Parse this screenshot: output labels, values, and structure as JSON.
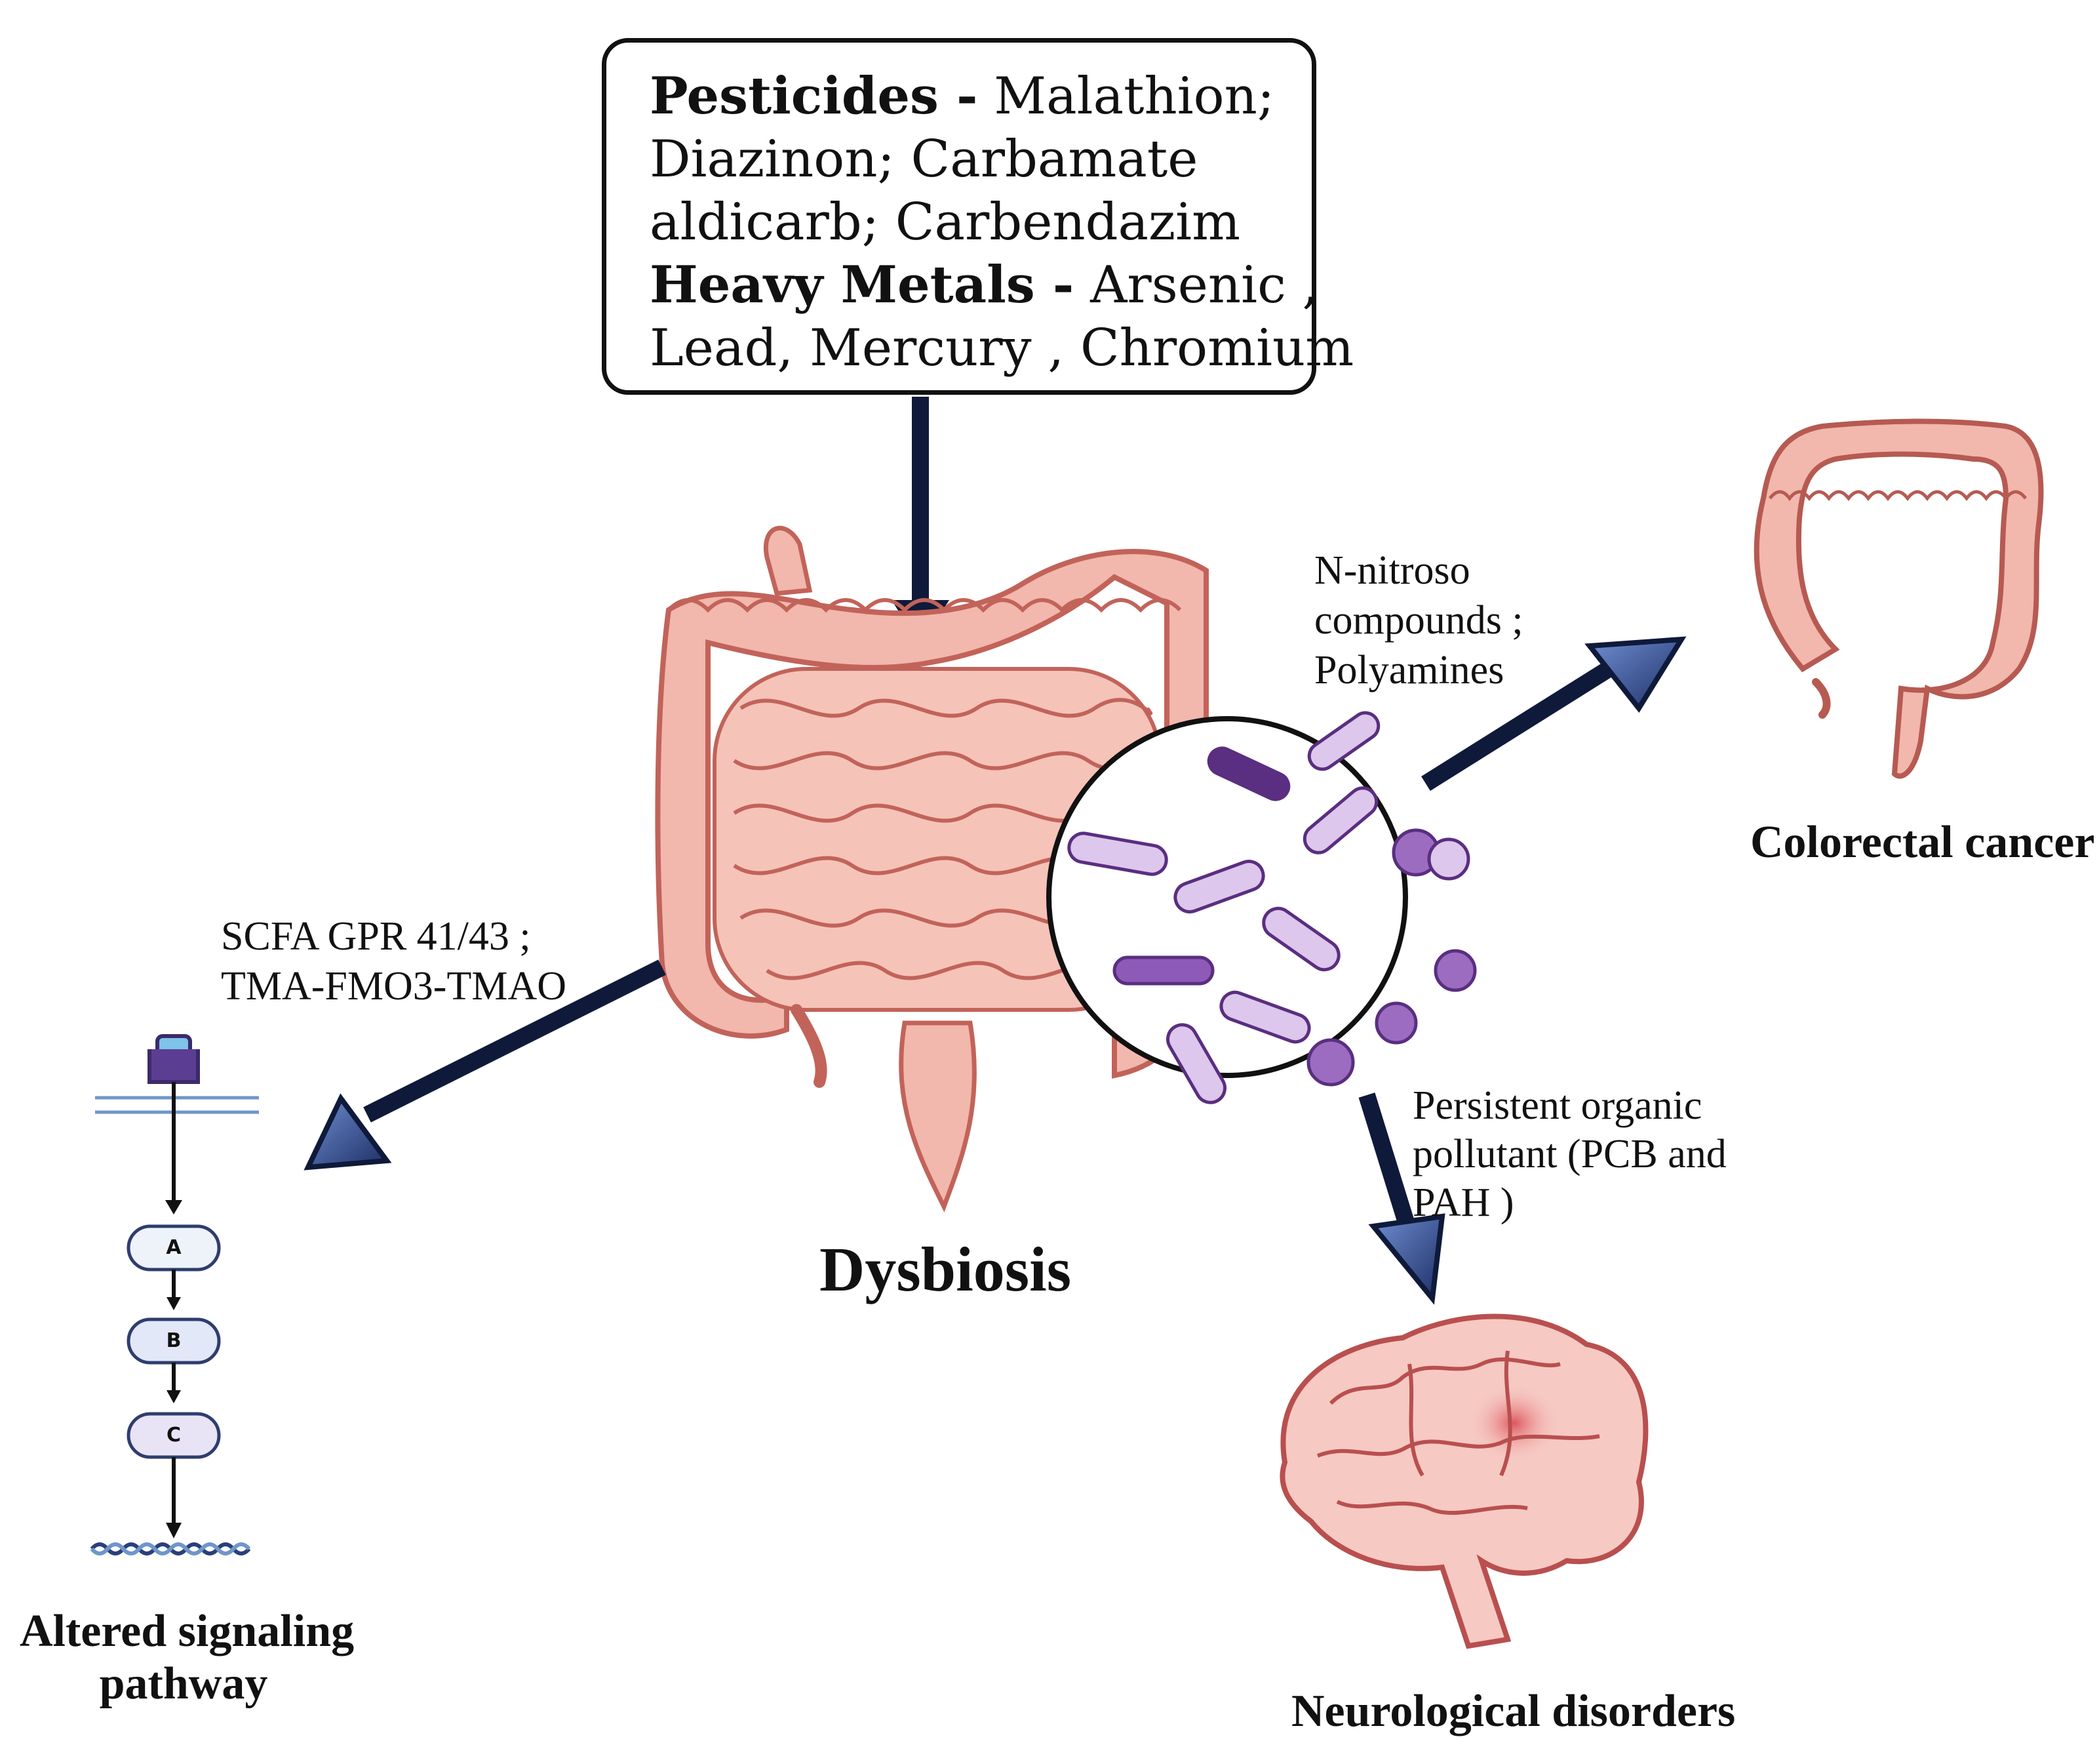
{
  "exposures": {
    "pesticides_label": "Pesticides -",
    "pesticides_line1": "Malathion;",
    "pesticides_line2": "Diazinon; Carbamate",
    "pesticides_line3": "aldicarb; Carbendazim",
    "metals_label": "Heavy Metals -",
    "metals_line1": "Arsenic ,",
    "metals_line2": "Lead, Mercury , Chromium"
  },
  "center": {
    "title": "Dysbiosis"
  },
  "paths": {
    "colorectal": {
      "mediator_line1": "N-nitroso",
      "mediator_line2": "compounds ;",
      "mediator_line3": "Polyamines",
      "outcome": "Colorectal cancer"
    },
    "signaling": {
      "mediator_line1": "SCFA GPR 41/43 ;",
      "mediator_line2": "TMA-FMO3-TMAO",
      "outcome_line1": "Altered signaling",
      "outcome_line2": "pathway",
      "steps": [
        "A",
        "B",
        "C"
      ]
    },
    "neuro": {
      "mediator_line1": "Persistent organic",
      "mediator_line2": "pollutant (PCB and",
      "mediator_line3": "PAH )",
      "outcome": "Neurological disorders"
    }
  },
  "colors": {
    "arrow": "#0f1a3a",
    "arrow_head": "#3d5fa8",
    "intestine_fill": "#f2b7ad",
    "intestine_stroke": "#c2635a",
    "bacteria_purple": "#9b6cc0",
    "bacteria_light": "#ddc7ec",
    "brain_fill": "#f6c9c3",
    "brain_stroke": "#b94f4f"
  },
  "icons": [
    "intestine-icon",
    "bacteria-icon",
    "colon-icon",
    "brain-icon",
    "receptor-icon",
    "dna-icon"
  ]
}
